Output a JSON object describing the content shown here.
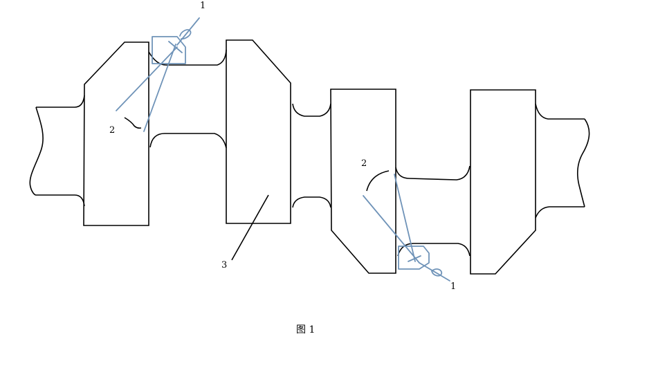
{
  "labels": {
    "tool_top": "1",
    "tool_bottom": "1",
    "detector_top": "2",
    "detector_bottom": "2",
    "crank_web": "3"
  },
  "caption": "图 1"
}
